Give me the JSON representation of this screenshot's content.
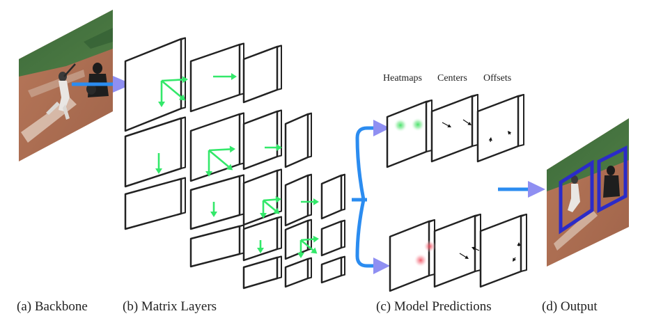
{
  "labels": {
    "backbone": "(a) Backbone",
    "matrix_layers": "(b) Matrix Layers",
    "model_predictions": "(c) Model Predictions",
    "output": "(d) Output"
  },
  "headers": {
    "heatmaps": "Heatmaps",
    "centers": "Centers",
    "offsets": "Offsets"
  },
  "colors": {
    "arrow_blue": "#2b8cf0",
    "arrowhead_purple": "#8f8ff2",
    "matrix_arrow_green": "#33e86a",
    "output_box": "#2b2bc8"
  }
}
